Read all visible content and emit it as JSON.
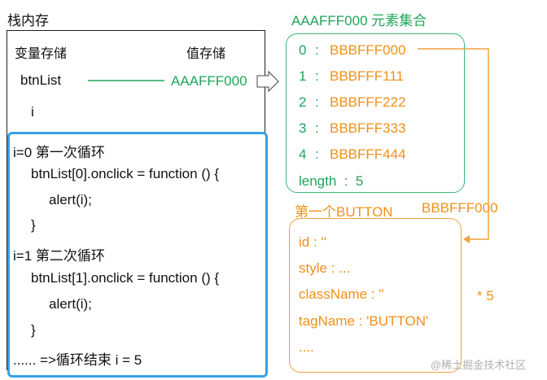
{
  "stack": {
    "title": "栈内存",
    "col_var": "变量存储",
    "col_val": "值存储",
    "var_btnlist": "btnList",
    "val_btnlist": "AAAFFF000",
    "var_i": "i"
  },
  "loop": {
    "line1": "i=0  第一次循环",
    "line2": "btnList[0].onclick = function () {",
    "line3": "alert(i);",
    "line4": "}",
    "line5": "i=1 第二次循环",
    "line6": "btnList[1].onclick = function () {",
    "line7": "alert(i);",
    "line8": "}",
    "line9": "......   =>循环结束 i = 5"
  },
  "heap": {
    "title": "AAAFFF000 元素集合",
    "items": [
      {
        "index": "0",
        "sep": ":",
        "value": "BBBFFF000"
      },
      {
        "index": "1",
        "sep": ":",
        "value": "BBBFFF111"
      },
      {
        "index": "2",
        "sep": ":",
        "value": "BBBFFF222"
      },
      {
        "index": "3",
        "sep": ":",
        "value": "BBBFFF333"
      },
      {
        "index": "4",
        "sep": ":",
        "value": "BBBFFF444"
      }
    ],
    "length": "length  :  5"
  },
  "button_obj": {
    "title": "第一个BUTTON",
    "address": "BBBFFF000",
    "props": [
      "id : ''",
      "style : ...",
      "className : ''",
      "tagName : 'BUTTON'",
      "...."
    ],
    "multiplier": "* 5"
  },
  "watermark": "@稀土掘金技术社区",
  "colors": {
    "green": "#21a55a",
    "orange": "#f0901a",
    "blue": "#3aa0e6"
  }
}
